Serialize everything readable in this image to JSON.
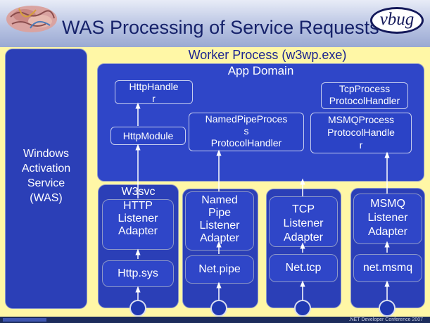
{
  "title": "WAS Processing of Service Requests",
  "logo_text": "vbug",
  "footer_text": ".NET Developer Conference 2007",
  "was_label": "Windows\nActivation\nService\n(WAS)",
  "worker_process_label": "Worker Process (w3wp.exe)",
  "app_domain_label": "App Domain",
  "app_domain_boxes": {
    "http_handler": "HttpHandle\nr",
    "http_module": "HttpModule",
    "named_pipe_handler": "NamedPipeProces\ns\nProtocolHandler",
    "tcp_handler": "TcpProcess\nProtocolHandler",
    "msmq_handler": "MSMQProcess\nProtocolHandle\nr"
  },
  "w3svc_label": "W3svc",
  "adapters": {
    "http": "HTTP\nListener\nAdapter",
    "named_pipe": "Named\nPipe\nListener\nAdapter",
    "tcp": "TCP\nListener\nAdapter",
    "msmq": "MSMQ\nListener\nAdapter"
  },
  "transports": {
    "http": "Http.sys",
    "named_pipe": "Net.pipe",
    "tcp": "Net.tcp",
    "msmq": "net.msmq"
  },
  "colors": {
    "background": "#fff7a6",
    "box_fill": "#2b3fb7",
    "title_text": "#16226a"
  }
}
